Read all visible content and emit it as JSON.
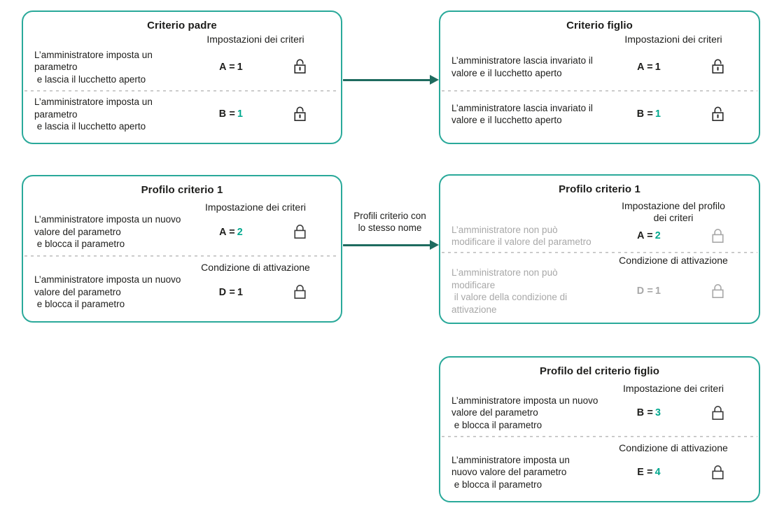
{
  "colors": {
    "accent_teal": "#00a88e",
    "box_border_teal": "#2aa99a",
    "arrow_teal": "#1e6b5f",
    "muted_text_gray": "#a8a8a8"
  },
  "icons": {
    "open_lock": "open-lock-icon",
    "closed_lock": "closed-lock-icon",
    "arrow_right": "arrow-right-head"
  },
  "boxes": {
    "parent_policy": {
      "title": "Criterio padre",
      "settings_header": "Impostazioni dei criteri",
      "rows": [
        {
          "desc": "L’amministratore imposta un\nparametro\n e lascia il lucchetto aperto",
          "value_label": "A =",
          "value_number": "1",
          "label_variant": "black",
          "number_variant": "black"
        },
        {
          "desc": "L’amministratore imposta un\nparametro\n e lascia il lucchetto aperto",
          "value_label": "B =",
          "value_number": "1",
          "label_variant": "black",
          "number_variant": "teal"
        }
      ]
    },
    "child_policy": {
      "title": "Criterio figlio",
      "settings_header": "Impostazioni dei criteri",
      "rows": [
        {
          "desc": "L’amministratore lascia invariato il\nvalore e il lucchetto aperto",
          "value_label": "A =",
          "value_number": "1",
          "label_variant": "black",
          "number_variant": "black"
        },
        {
          "desc": "L’amministratore lascia invariato il\nvalore e il lucchetto aperto",
          "value_label": "B =",
          "value_number": "1",
          "label_variant": "black",
          "number_variant": "teal"
        }
      ]
    },
    "policy_profile_1": {
      "title": "Profilo criterio 1",
      "rows": [
        {
          "header": "Impostazione dei criteri",
          "desc": "L’amministratore imposta un nuovo\nvalore del parametro\n e blocca il parametro",
          "value_label": "A =",
          "value_number": "2",
          "label_variant": "black",
          "number_variant": "teal"
        },
        {
          "header": "Condizione di attivazione",
          "desc": "L’amministratore imposta un nuovo\nvalore del parametro\n e blocca il parametro",
          "value_label": "D =",
          "value_number": "1",
          "label_variant": "black",
          "number_variant": "black"
        }
      ]
    },
    "applied_policy_profile": {
      "title": "Profilo criterio 1",
      "rows": [
        {
          "header": "Impostazione del profilo\ndei criteri",
          "desc": "L’amministratore non può\nmodificare il valore del parametro",
          "value_label": "A =",
          "value_number": "2",
          "label_variant": "black",
          "number_variant": "teal"
        },
        {
          "header": "Condizione di attivazione",
          "desc": "L’amministratore non può\nmodificare\n il valore della condizione di\nattivazione",
          "value_label": "D =",
          "value_number": "1",
          "label_variant": "muted",
          "number_variant": "muted"
        }
      ]
    },
    "child_policy_profile": {
      "title": "Profilo del criterio figlio",
      "rows": [
        {
          "header": "Impostazione dei criteri",
          "desc": "L’amministratore imposta un nuovo\nvalore del parametro\n e blocca il parametro",
          "value_label": "B =",
          "value_number": "3",
          "label_variant": "black",
          "number_variant": "teal"
        },
        {
          "header": "Condizione di attivazione",
          "desc": "L’amministratore imposta un\nnuovo valore del parametro\n e blocca il parametro",
          "value_label": "E =",
          "value_number": "4",
          "label_variant": "black",
          "number_variant": "teal"
        }
      ]
    }
  },
  "arrows": {
    "middle_label": "Profili criterio con\nlo stesso nome"
  }
}
